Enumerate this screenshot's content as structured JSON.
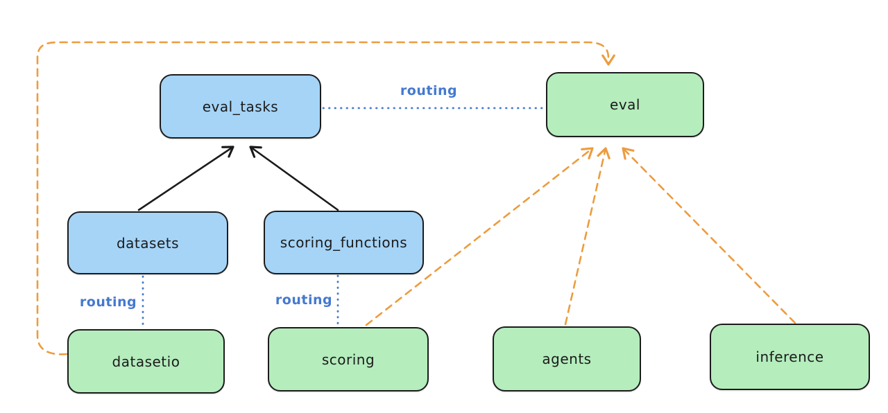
{
  "diagram": {
    "title": "",
    "nodes": {
      "eval_tasks": {
        "label": "eval_tasks",
        "fill": "blue"
      },
      "eval": {
        "label": "eval",
        "fill": "green"
      },
      "datasets": {
        "label": "datasets",
        "fill": "blue"
      },
      "scoring_functions": {
        "label": "scoring_functions",
        "fill": "blue"
      },
      "datasetio": {
        "label": "datasetio",
        "fill": "green"
      },
      "scoring": {
        "label": "scoring",
        "fill": "green"
      },
      "agents": {
        "label": "agents",
        "fill": "green"
      },
      "inference": {
        "label": "inference",
        "fill": "green"
      }
    },
    "edges": [
      {
        "from": "datasets",
        "to": "eval_tasks",
        "style": "solid",
        "color": "black",
        "arrow": true,
        "label": ""
      },
      {
        "from": "scoring_functions",
        "to": "eval_tasks",
        "style": "solid",
        "color": "black",
        "arrow": true,
        "label": ""
      },
      {
        "from": "eval_tasks",
        "to": "eval",
        "style": "dotted",
        "color": "blue",
        "arrow": false,
        "label": "routing"
      },
      {
        "from": "datasets",
        "to": "datasetio",
        "style": "dotted",
        "color": "blue",
        "arrow": false,
        "label": "routing"
      },
      {
        "from": "scoring_functions",
        "to": "scoring",
        "style": "dotted",
        "color": "blue",
        "arrow": false,
        "label": "routing"
      },
      {
        "from": "datasetio",
        "to": "eval",
        "style": "dashed",
        "color": "orange",
        "arrow": true,
        "label": ""
      },
      {
        "from": "scoring",
        "to": "eval",
        "style": "dashed",
        "color": "orange",
        "arrow": true,
        "label": ""
      },
      {
        "from": "agents",
        "to": "eval",
        "style": "dashed",
        "color": "orange",
        "arrow": true,
        "label": ""
      },
      {
        "from": "inference",
        "to": "eval",
        "style": "dashed",
        "color": "orange",
        "arrow": true,
        "label": ""
      }
    ],
    "edge_labels": {
      "routing_eval_tasks_eval": "routing",
      "routing_datasets_datasetio": "routing",
      "routing_scoring_functions_scoring": "routing"
    },
    "colors": {
      "background": "#ffffff",
      "node_border": "#1b1b1b",
      "blue_node_fill": "#a5d4f7",
      "green_node_fill": "#b5edbd",
      "routing_blue": "#4479cf",
      "orange_dashed": "#ec9c3e",
      "black_arrow": "#1b1b1b"
    }
  }
}
